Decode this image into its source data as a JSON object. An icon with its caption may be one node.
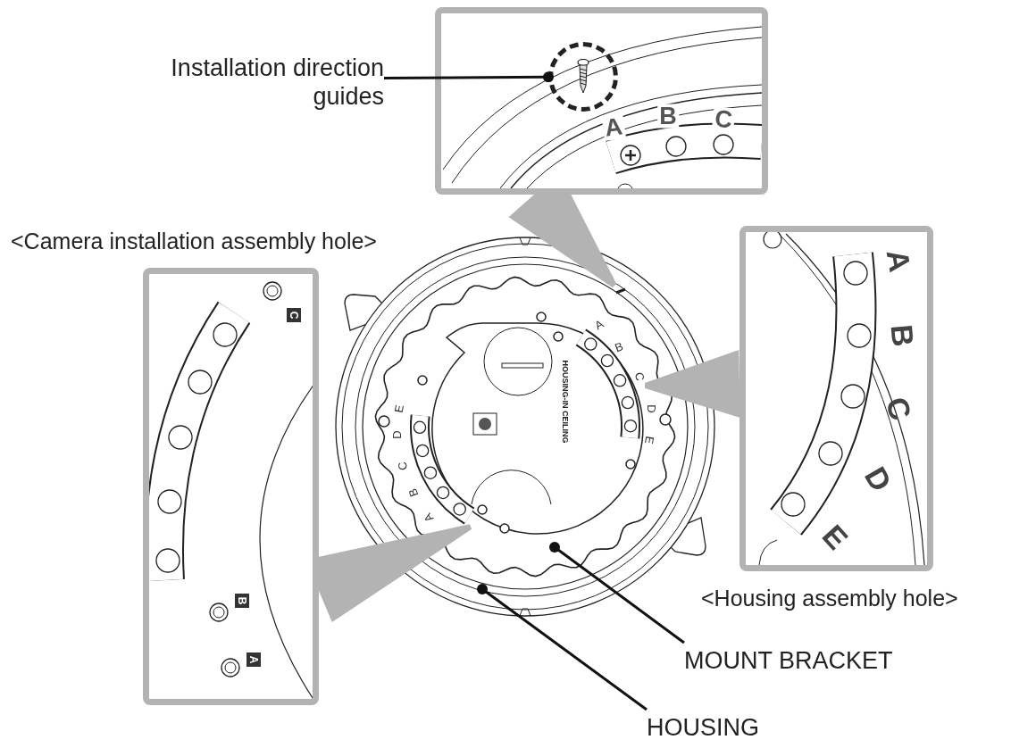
{
  "diagram": {
    "nodes": [
      {
        "text": [
          "Installation direction guides"
        ]
      },
      {
        "text": [],
        "shape": "box"
      },
      {
        "text": [],
        "shape": "circle",
        "in": 1
      },
      {
        "text": [],
        "shape": "box"
      },
      {
        "text": [],
        "shape": "box"
      },
      {
        "text": [
          "MOUNT BRACKET"
        ]
      },
      {
        "text": [
          "HOUSING"
        ]
      },
      {
        "text": [],
        "shape": "picture",
        "in": 8
      },
      {
        "text": [],
        "shape": "picture"
      }
    ],
    "edges": [
      {
        "from": 0,
        "to": 2,
        "arrow": "other"
      },
      {
        "from": 5,
        "to": 7,
        "arrow": "other"
      },
      {
        "from": 6,
        "to": 8,
        "arrow": "other"
      },
      {
        "from": 1,
        "to": 8,
        "arrow": "none",
        "style": "thick",
        "color": "#b3b3b3"
      },
      {
        "from": 3,
        "to": 7,
        "arrow": "none",
        "style": "thick",
        "color": "#b3b3b3"
      },
      {
        "from": 4,
        "to": 7,
        "arrow": "none",
        "style": "thick",
        "color": "#b3b3b3"
      }
    ],
    "labels": [
      "<Camera installation assembly hole>",
      "<Housing assembly hole>",
      "A",
      "B",
      "C",
      "A",
      "B",
      "C",
      "D",
      "E",
      "C",
      "B",
      "A",
      "A",
      "B",
      "C",
      "D",
      "E",
      "E",
      "D",
      "C",
      "B",
      "A",
      "HOUSING-IN CEILING"
    ]
  }
}
